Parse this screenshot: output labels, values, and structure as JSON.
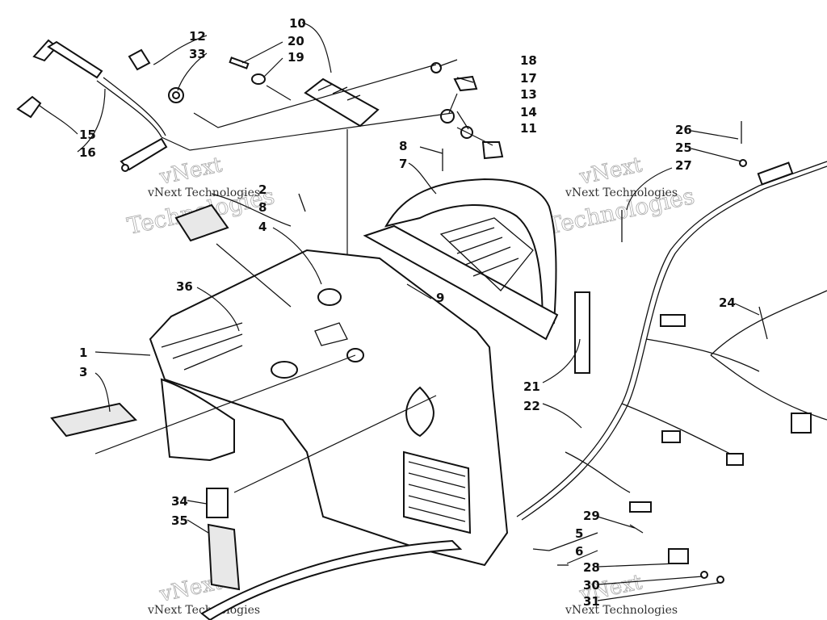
{
  "watermark": {
    "line1": "vNext",
    "line2": "Technologies",
    "small": "vNext Technologies"
  },
  "callouts": [
    "1",
    "2",
    "3",
    "4",
    "5",
    "6",
    "7",
    "8",
    "8",
    "9",
    "10",
    "11",
    "12",
    "13",
    "14",
    "15",
    "16",
    "17",
    "18",
    "19",
    "20",
    "21",
    "22",
    "24",
    "25",
    "26",
    "27",
    "28",
    "29",
    "30",
    "31",
    "33",
    "34",
    "35",
    "36"
  ],
  "parts": {
    "console": "console-body",
    "cowl": "cowl",
    "harness": "wiring-harness",
    "decal": "decal-panel",
    "gauge_panel": "gauge-panel"
  }
}
